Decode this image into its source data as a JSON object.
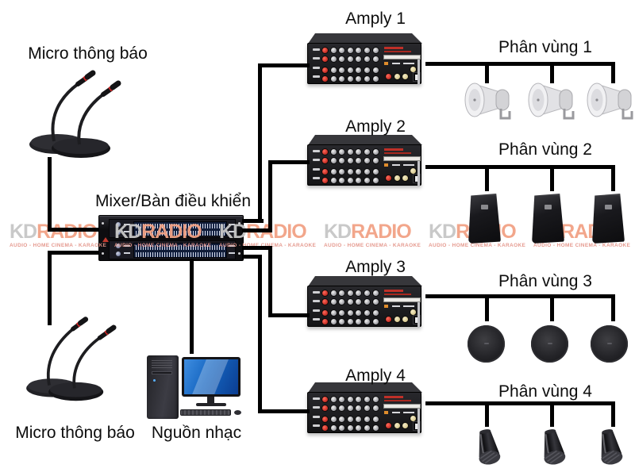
{
  "watermark": {
    "kd": "KD",
    "radio": "RADIO",
    "tagline": "AUDIO - HOME CINEMA - KARAOKE",
    "orange": "#f2a285",
    "gray": "#c7c7c7",
    "red": "#e4958a"
  },
  "inputs": {
    "mic_top": {
      "label": "Micro thông báo",
      "type": "gooseneck-microphones"
    },
    "mic_bottom": {
      "label": "Micro thông báo",
      "type": "gooseneck-microphones"
    },
    "mixer": {
      "label": "Mixer/Bàn điều khiển",
      "type": "dual-graphic-equalizer-rack"
    },
    "music_source": {
      "label": "Nguồn nhạc",
      "type": "desktop-computer"
    }
  },
  "amplifiers": [
    {
      "label": "Amply 1"
    },
    {
      "label": "Amply 2"
    },
    {
      "label": "Amply 3"
    },
    {
      "label": "Amply 4"
    }
  ],
  "zones": [
    {
      "label": "Phân vùng 1",
      "speaker_type": "horn-speaker",
      "speaker_count": 3
    },
    {
      "label": "Phân vùng 2",
      "speaker_type": "box-speaker",
      "speaker_count": 3
    },
    {
      "label": "Phân vùng 3",
      "speaker_type": "ceiling-speaker",
      "speaker_count": 3
    },
    {
      "label": "Phân vùng 4",
      "speaker_type": "pendant-speaker",
      "speaker_count": 3
    }
  ],
  "colors": {
    "background": "#ffffff",
    "line": "#000000"
  }
}
